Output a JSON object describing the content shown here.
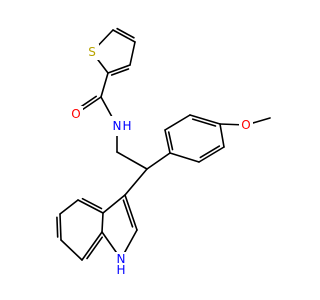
{
  "molecule": {
    "atoms": {
      "sulfur": {
        "label": "S",
        "color": "#b8a300"
      },
      "carbonyl_oxygen": {
        "label": "O",
        "color": "#ff0000"
      },
      "amide_nitrogen": {
        "label": "N",
        "color": "#0000ff"
      },
      "amide_hydrogen": {
        "label": "H",
        "color": "#0000ff"
      },
      "methoxy_oxygen": {
        "label": "O",
        "color": "#ff0000"
      },
      "indole_nitrogen": {
        "label": "N",
        "color": "#0000ff"
      },
      "indole_hydrogen": {
        "label": "H",
        "color": "#0000ff"
      }
    },
    "bond_color": "#000000"
  }
}
